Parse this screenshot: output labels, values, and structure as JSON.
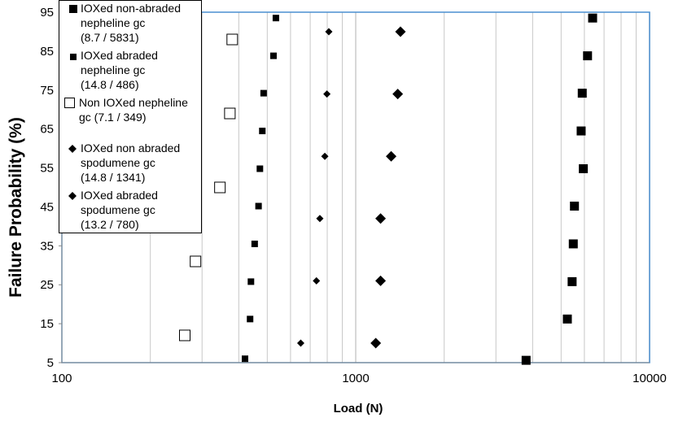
{
  "chart_data": {
    "type": "scatter",
    "title": "",
    "xlabel": "Load (N)",
    "ylabel": "Failure Probability  (%)",
    "x_scale": "log",
    "xlim": [
      100,
      10000
    ],
    "ylim": [
      5,
      95
    ],
    "x_ticks": [
      "100",
      "1000",
      "10000"
    ],
    "y_ticks": [
      "5",
      "15",
      "25",
      "35",
      "45",
      "55",
      "65",
      "75",
      "85",
      "95"
    ],
    "grid": "vertical",
    "legend_position": "top-left",
    "series": [
      {
        "name": "IOXed non-abraded nepheline gc (8.7 / 5831)",
        "name_lines": [
          "IOXed non-abraded",
          "nepheline gc",
          "(8.7 / 5831)"
        ],
        "marker": "square-filled-large",
        "x": [
          3800,
          5250,
          5450,
          5500,
          5550,
          5950,
          5850,
          5900,
          6150,
          6400
        ],
        "y": [
          5.6,
          16.2,
          25.8,
          35.5,
          45.2,
          54.8,
          64.5,
          74.2,
          83.8,
          93.5
        ]
      },
      {
        "name": "IOXed abraded nepheline gc (14.8 / 486)",
        "name_lines": [
          "IOXed abraded",
          "nepheline gc",
          "(14.8 / 486)"
        ],
        "marker": "square-filled-small",
        "x": [
          420,
          437,
          440,
          453,
          467,
          472,
          481,
          486,
          525,
          535
        ],
        "y": [
          6.0,
          16.2,
          25.8,
          35.5,
          45.2,
          54.8,
          64.5,
          74.2,
          83.8,
          93.5
        ]
      },
      {
        "name": "Non IOXed nepheline gc (7.1 / 349)",
        "name_lines": [
          "Non IOXed nepheline",
          "gc   (7.1 / 349)"
        ],
        "marker": "square-open",
        "x": [
          262,
          285,
          345,
          373,
          380
        ],
        "y": [
          12,
          31,
          50,
          69,
          88
        ]
      },
      {
        "name": "IOXed non abraded spodumene gc (14.8 / 1341)",
        "name_lines": [
          "IOXed non abraded",
          "spodumene gc",
          "(14.8 / 1341)"
        ],
        "marker": "diamond-large",
        "x": [
          1170,
          1215,
          1215,
          1320,
          1390,
          1420
        ],
        "y": [
          10,
          26,
          42,
          58,
          74,
          90
        ]
      },
      {
        "name": "IOXed abraded spodumene gc (13.2 / 780)",
        "name_lines": [
          "IOXed abraded",
          "spodumene gc",
          "(13.2 / 780)"
        ],
        "marker": "diamond-small",
        "x": [
          650,
          735,
          755,
          785,
          798,
          810
        ],
        "y": [
          10,
          26,
          42,
          58,
          74,
          90
        ]
      }
    ]
  }
}
